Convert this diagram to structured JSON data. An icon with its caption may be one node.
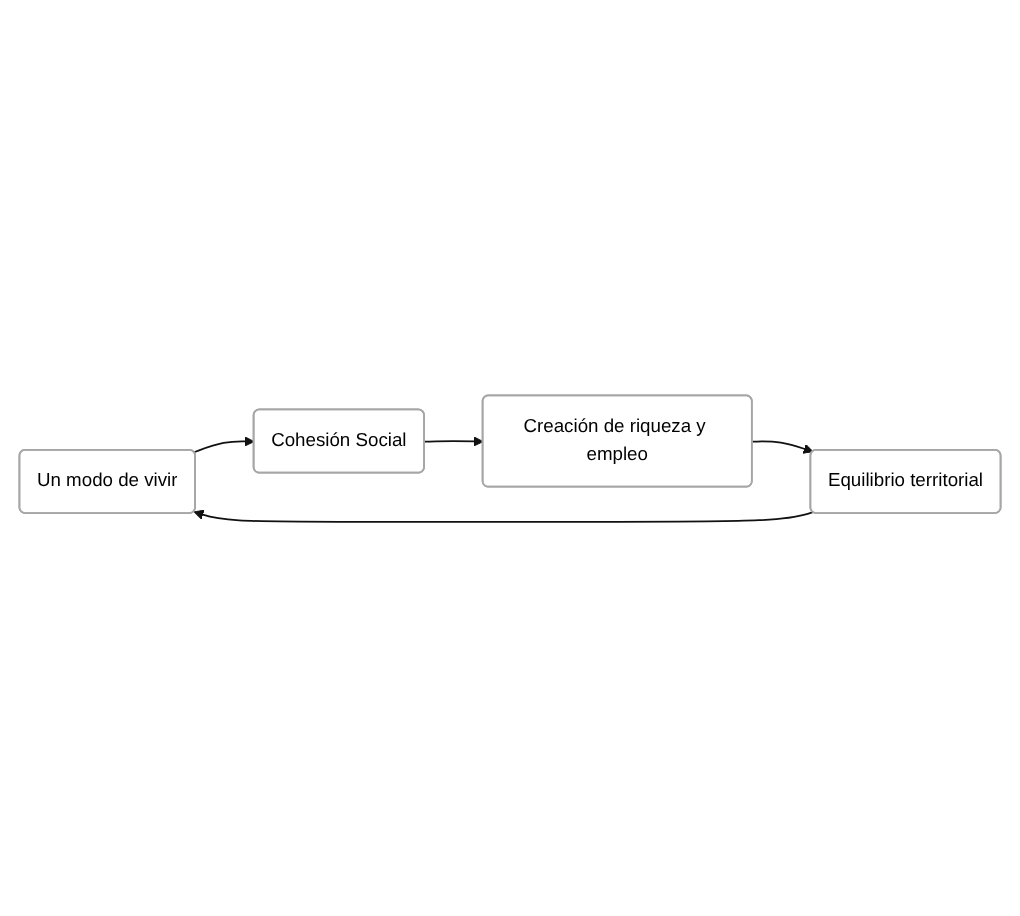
{
  "diagram": {
    "nodes": [
      {
        "text": [
          "Un modo de vivir"
        ]
      },
      {
        "text": [
          "Cohesión Social"
        ]
      },
      {
        "text": [
          "Creación de riqueza y empleo"
        ]
      },
      {
        "text": [
          "Equilibrio territorial"
        ]
      }
    ],
    "edges": [
      {
        "from": 0,
        "to": 1,
        "arrow": "to"
      },
      {
        "from": 1,
        "to": 2,
        "arrow": "to"
      },
      {
        "from": 2,
        "to": 3,
        "arrow": "to"
      },
      {
        "from": 3,
        "to": 0,
        "arrow": "to"
      }
    ]
  }
}
